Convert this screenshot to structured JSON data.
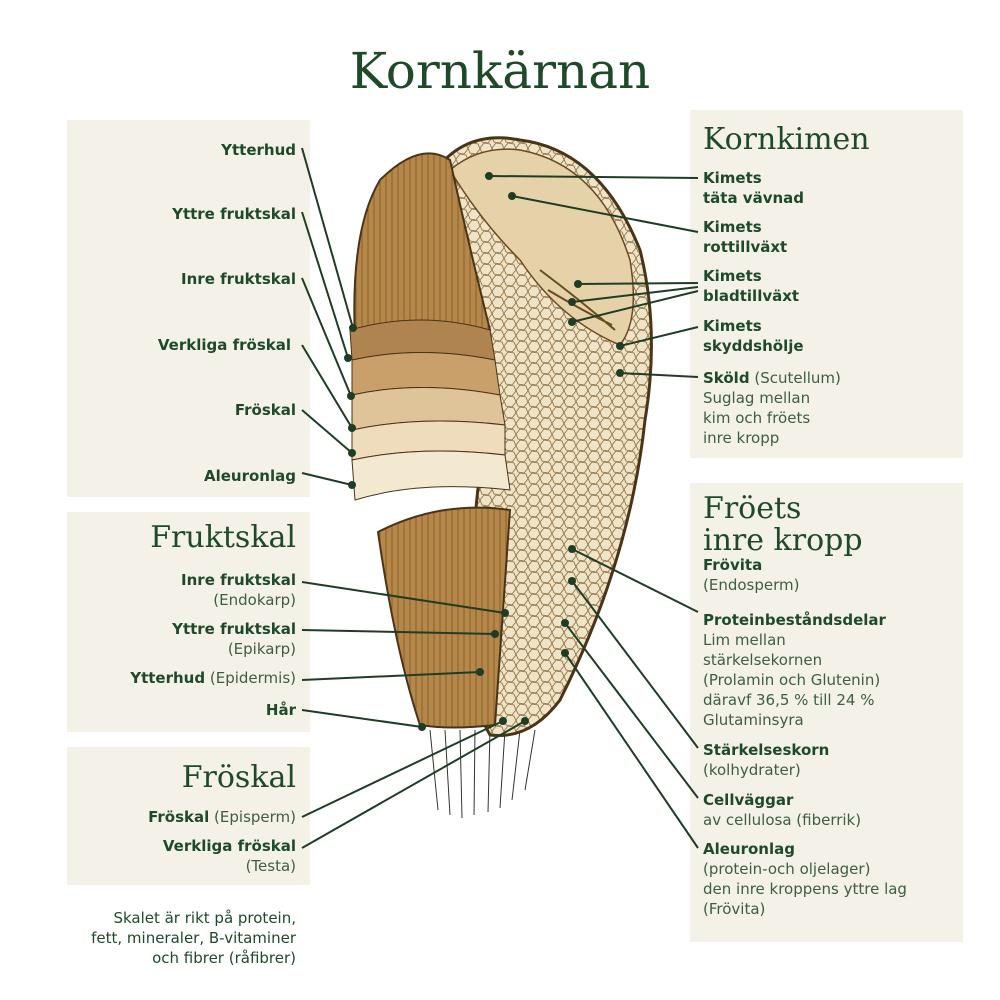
{
  "title": "Kornkärnan",
  "left_top": {
    "labels": [
      "Ytterhud",
      "Yttre fruktskal",
      "Inre fruktskal",
      "Verkliga fröskal",
      "Fröskal",
      "Aleuronlag"
    ]
  },
  "fruktskal": {
    "heading": "Fruktskal",
    "items": [
      {
        "name": "Inre fruktskal",
        "detail": "(Endokarp)"
      },
      {
        "name": "Yttre fruktskal",
        "detail": "(Epikarp)"
      },
      {
        "name": "Ytterhud",
        "detail": "(Epidermis)"
      },
      {
        "name": "Hår",
        "detail": ""
      }
    ]
  },
  "froskal": {
    "heading": "Fröskal",
    "items": [
      {
        "name": "Fröskal",
        "detail": "(Episperm)"
      },
      {
        "name": "Verkliga fröskal",
        "detail": "(Testa)"
      }
    ]
  },
  "footnote": [
    "Skalet är rikt på protein,",
    "fett, mineraler, B-vitaminer",
    "och fibrer (råfibrer)"
  ],
  "kornkimen": {
    "heading": "Kornkimen",
    "items": [
      {
        "lines": [
          "Kimets",
          "täta vävnad"
        ]
      },
      {
        "lines": [
          "Kimets",
          "rottillväxt"
        ]
      },
      {
        "lines": [
          "Kimets",
          "bladtillväxt"
        ]
      },
      {
        "lines": [
          "Kimets",
          "skyddshölje"
        ]
      }
    ],
    "skold": {
      "name": "Sköld",
      "detail": "(Scutellum)",
      "desc": [
        "Suglag mellan",
        "kim och fröets",
        "inre kropp"
      ]
    }
  },
  "inre_kropp": {
    "heading": [
      "Fröets",
      "inre kropp"
    ],
    "frovita": {
      "name": "Frövita",
      "detail": "(Endosperm)"
    },
    "protein": {
      "name": "Proteinbeståndsdelar",
      "desc": [
        "Lim mellan",
        "stärkelsekornen",
        "(Prolamin och Glutenin)",
        "däravf 36,5 % till 24 %",
        "Glutaminsyra"
      ]
    },
    "starkelse": {
      "name": "Stärkelseskorn",
      "desc": [
        "(kolhydrater)"
      ]
    },
    "cellvaggar": {
      "name": "Cellväggar",
      "desc": [
        "av cellulosa (fiberrik)"
      ]
    },
    "aleuron": {
      "name": "Aleuronlag",
      "desc": [
        "(protein-och oljelager)",
        "den inre kroppens yttre lag",
        "(Frövita)"
      ]
    }
  },
  "colors": {
    "green": "#1f4a2a",
    "panel": "#f4f1e8",
    "husk": "#b5884a",
    "endosperm": "#efe3c8"
  }
}
